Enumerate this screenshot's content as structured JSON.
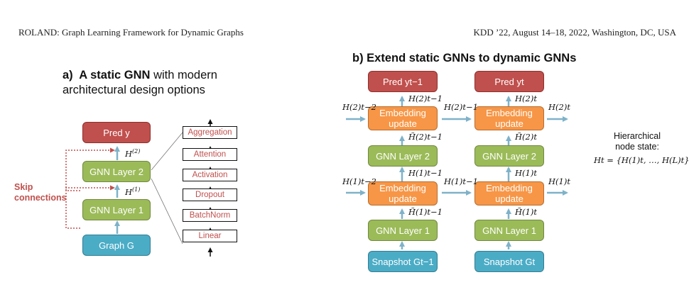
{
  "header": {
    "left": "ROLAND: Graph Learning Framework for Dynamic Graphs",
    "right": "KDD ’22, August 14–18, 2022, Washington, DC, USA"
  },
  "panel_a": {
    "title_prefix": "a)  ",
    "title_bold": "A static GNN",
    "title_rest": " with modern",
    "title_line2": "architectural design options",
    "pred": "Pred y",
    "gnn2": "GNN Layer 2",
    "gnn1": "GNN Layer 1",
    "graph": "Graph G",
    "h2": "H(2)",
    "h1": "H(1)",
    "skip": [
      "Skip",
      "connections"
    ],
    "ops": [
      "Aggregation",
      "Attention",
      "Activation",
      "Dropout",
      "BatchNorm",
      "Linear"
    ]
  },
  "panel_b": {
    "title": "b) Extend static GNNs to dynamic GNNs",
    "col1": {
      "pred": "Pred yt−1",
      "emb2": [
        "Embedding",
        "update"
      ],
      "gnn2": "GNN Layer 2",
      "emb1": [
        "Embedding",
        "update"
      ],
      "gnn1": "GNN Layer 1",
      "snap": "Snapshot Gt−1",
      "h2_out": "H(2)t−1",
      "h2_tilde": "H̃(2)t−1",
      "h1_out": "H(1)t−1",
      "h1_tilde": "H̃(1)t−1",
      "in2": "H(2)t−2",
      "in1": "H(1)t−2"
    },
    "col2": {
      "pred": "Pred yt",
      "emb2": [
        "Embedding",
        "update"
      ],
      "gnn2": "GNN Layer 2",
      "emb1": [
        "Embedding",
        "update"
      ],
      "gnn1": "GNN Layer 1",
      "snap": "Snapshot Gt",
      "h2_out": "H(2)t",
      "h2_tilde": "H̃(2)t",
      "h1_out": "H(1)t",
      "h1_tilde": "H̃(1)t",
      "in2": "H(2)t−1",
      "in1": "H(1)t−1",
      "out2": "H(2)t",
      "out1": "H(1)t"
    },
    "hier_line1": "Hierarchical",
    "hier_line2": "node state:",
    "formula": "Ht = {H(1)t, …, H(L)t}"
  },
  "colors": {
    "pred_red": "#c0504d",
    "gnn_green": "#9bbb59",
    "graph_blue": "#4bacc6",
    "embed_orange": "#f79646",
    "arrow_blue": "#7fb2c9",
    "skip_red": "#c0504d"
  }
}
